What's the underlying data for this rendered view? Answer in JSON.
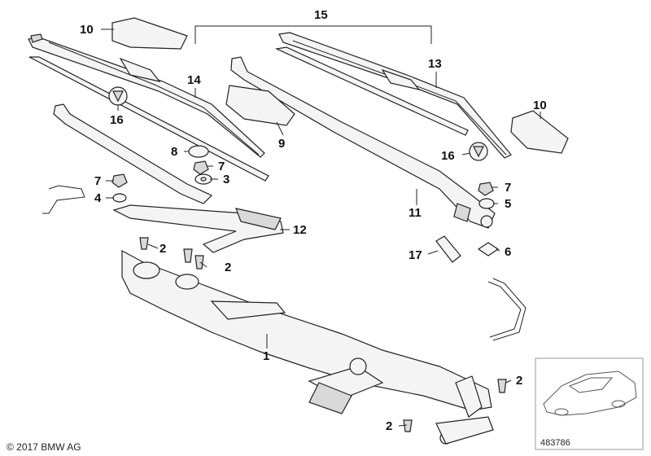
{
  "diagram": {
    "callouts": {
      "c1": "1",
      "c2a": "2",
      "c2b": "2",
      "c2c": "2",
      "c2d": "2",
      "c3": "3",
      "c4": "4",
      "c5": "5",
      "c6": "6",
      "c7a": "7",
      "c7b": "7",
      "c7c": "7",
      "c8": "8",
      "c9": "9",
      "c10a": "10",
      "c10b": "10",
      "c11": "11",
      "c12": "12",
      "c13": "13",
      "c14": "14",
      "c15": "15",
      "c16a": "16",
      "c16b": "16",
      "c17": "17"
    },
    "footer": {
      "copyright": "© 2017 BMW AG"
    },
    "inset": {
      "image_number": "483786"
    }
  }
}
